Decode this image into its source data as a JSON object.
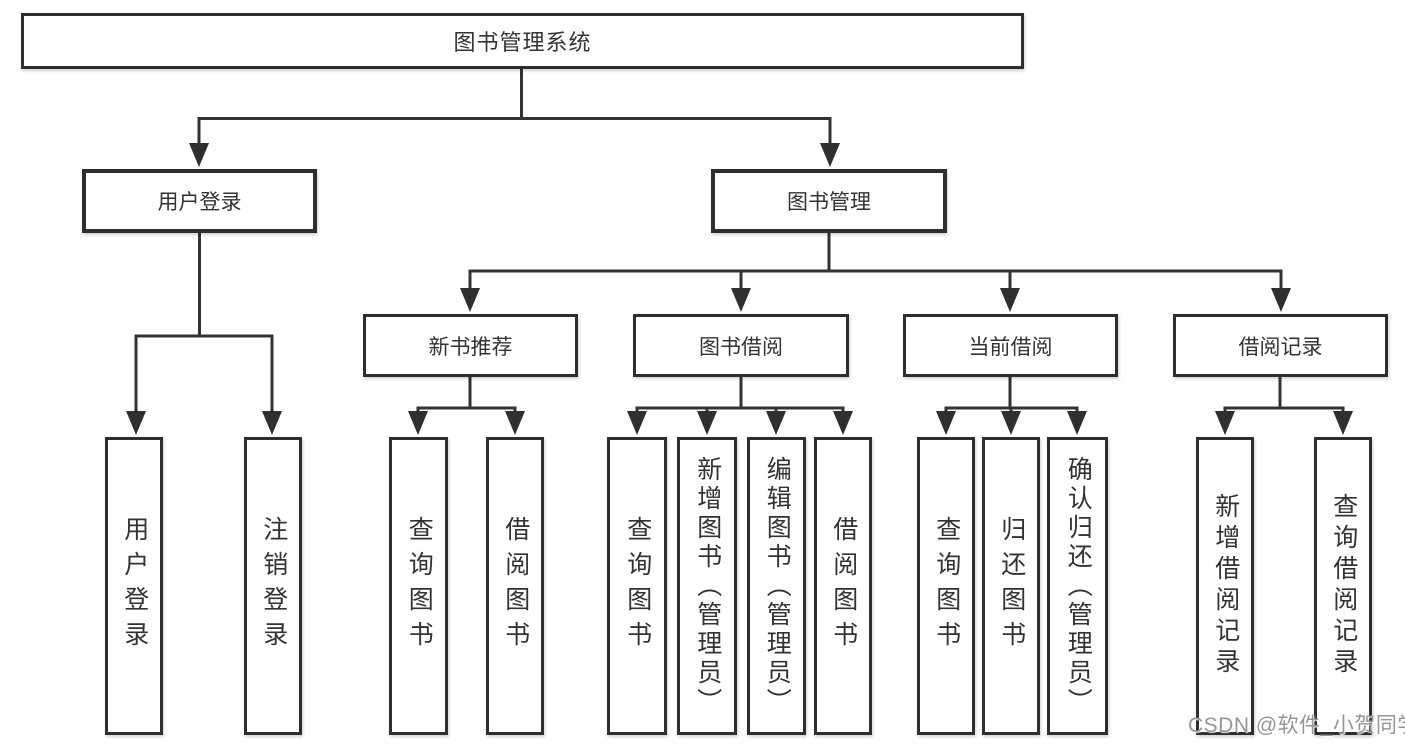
{
  "colors": {
    "background": "#ffffff",
    "box_border": "#2e2e2e",
    "connector_line": "#333333",
    "text": "#333333",
    "watermark": "#969696"
  },
  "watermark": {
    "text": "CSDN @软件_小贺同学"
  },
  "nodes": {
    "root": {
      "label": "图书管理系统"
    },
    "user_login": {
      "label": "用户登录"
    },
    "book_management": {
      "label": "图书管理"
    },
    "new_book_recommend": {
      "label": "新书推荐"
    },
    "book_borrowing": {
      "label": "图书借阅"
    },
    "current_borrowing": {
      "label": "当前借阅"
    },
    "borrowing_records": {
      "label": "借阅记录"
    },
    "leaf_user_login": {
      "label": "用户登录"
    },
    "leaf_logout": {
      "label": "注销登录"
    },
    "leaf_nbr_query_books": {
      "label": "查询图书"
    },
    "leaf_nbr_borrow_books": {
      "label": "借阅图书"
    },
    "leaf_bb_query_books": {
      "label": "查询图书"
    },
    "leaf_bb_add_books": {
      "label": "新增图书（管理员）"
    },
    "leaf_bb_edit_books": {
      "label": "编辑图书（管理员）"
    },
    "leaf_bb_borrow_books": {
      "label": "借阅图书"
    },
    "leaf_cb_query_books": {
      "label": "查询图书"
    },
    "leaf_cb_return_books": {
      "label": "归还图书"
    },
    "leaf_cb_confirm_return": {
      "label": "确认归还（管理员）"
    },
    "leaf_br_add_record": {
      "label": "新增借阅记录"
    },
    "leaf_br_query_record": {
      "label": "查询借阅记录"
    }
  },
  "hierarchy": {
    "图书管理系统": {
      "用户登录": [
        "用户登录",
        "注销登录"
      ],
      "图书管理": {
        "新书推荐": [
          "查询图书",
          "借阅图书"
        ],
        "图书借阅": [
          "查询图书",
          "新增图书（管理员）",
          "编辑图书（管理员）",
          "借阅图书"
        ],
        "当前借阅": [
          "查询图书",
          "归还图书",
          "确认归还（管理员）"
        ],
        "借阅记录": [
          "新增借阅记录",
          "查询借阅记录"
        ]
      }
    }
  }
}
